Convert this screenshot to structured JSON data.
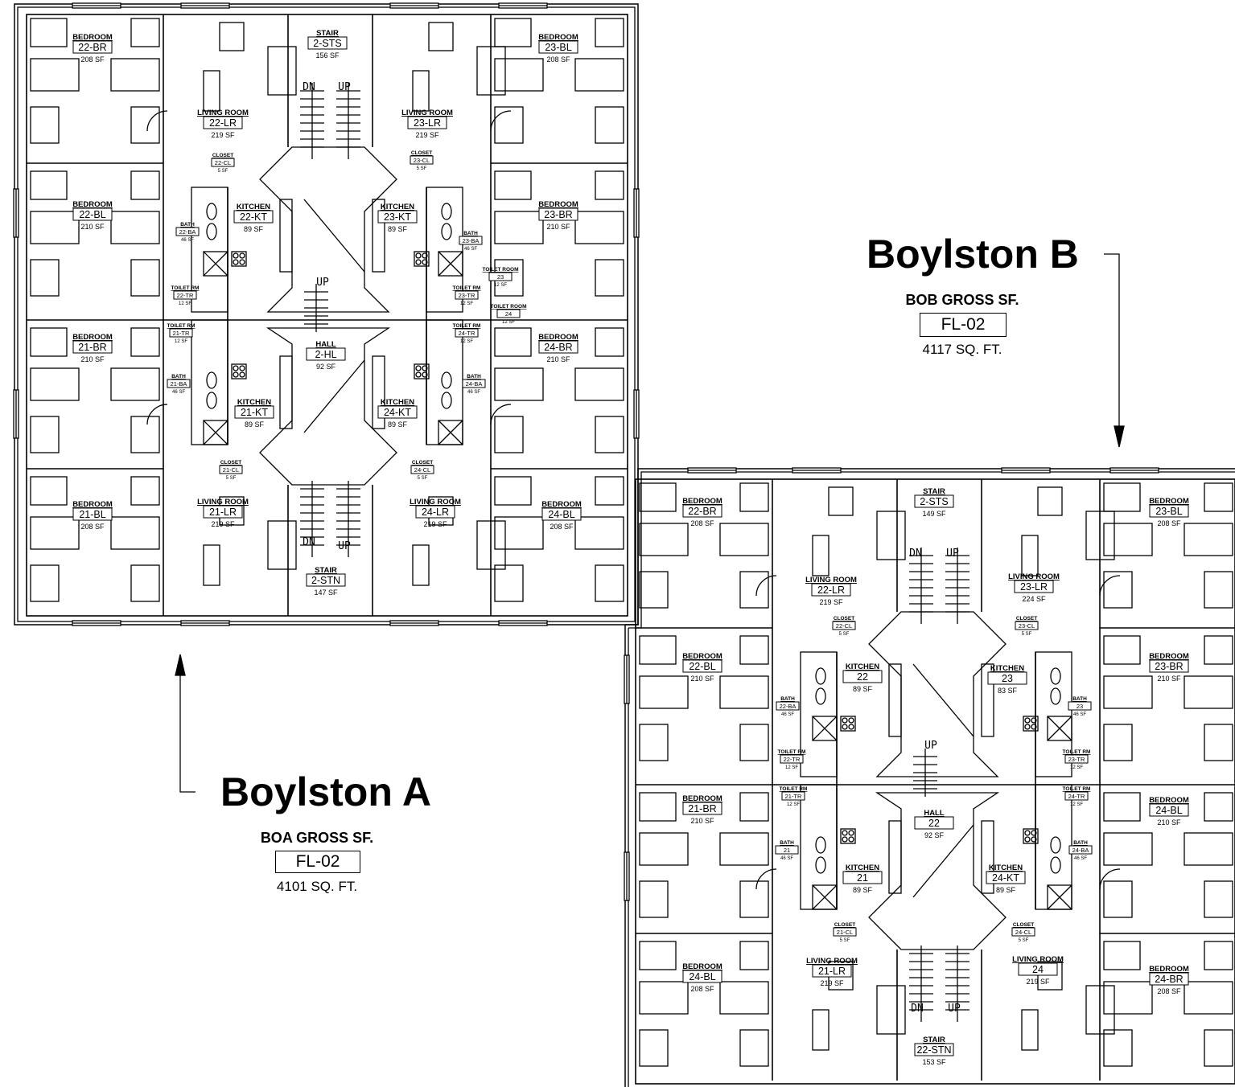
{
  "buildings": [
    {
      "name": "Boylston A",
      "gross_label": "BOA GROSS SF.",
      "floor_code": "FL-02",
      "area": "4101 SQ. FT.",
      "stair_labels": [
        {
          "text": "DN"
        },
        {
          "text": "UP"
        },
        {
          "text": "DN"
        },
        {
          "text": "UP"
        },
        {
          "text": "UP"
        }
      ],
      "rooms": [
        {
          "name": "BEDROOM",
          "code": "22-BR",
          "area": "208 SF"
        },
        {
          "name": "STAIR",
          "code": "2-STS",
          "area": "156 SF"
        },
        {
          "name": "BEDROOM",
          "code": "23-BL",
          "area": "208 SF"
        },
        {
          "name": "LIVING ROOM",
          "code": "22-LR",
          "area": "219 SF"
        },
        {
          "name": "LIVING ROOM",
          "code": "23-LR",
          "area": "219 SF"
        },
        {
          "name": "CLOSET",
          "code": "22-CL",
          "area": "5 SF"
        },
        {
          "name": "CLOSET",
          "code": "23-CL",
          "area": "5 SF"
        },
        {
          "name": "BEDROOM",
          "code": "22-BL",
          "area": "210 SF"
        },
        {
          "name": "KITCHEN",
          "code": "22-KT",
          "area": "89 SF"
        },
        {
          "name": "KITCHEN",
          "code": "23-KT",
          "area": "89 SF"
        },
        {
          "name": "BEDROOM",
          "code": "23-BR",
          "area": "210 SF"
        },
        {
          "name": "BATH",
          "code": "22-BA",
          "area": "46 SF"
        },
        {
          "name": "BATH",
          "code": "23-BA",
          "area": "46 SF"
        },
        {
          "name": "TOILET RM",
          "code": "22-TR",
          "area": "12 SF"
        },
        {
          "name": "TOILET RM",
          "code": "23-TR",
          "area": "12 SF"
        },
        {
          "name": "TOILET ROOM",
          "code": "23",
          "area": "12 SF"
        },
        {
          "name": "TOILET ROOM",
          "code": "24",
          "area": "12 SF"
        },
        {
          "name": "BEDROOM",
          "code": "21-BR",
          "area": "210 SF"
        },
        {
          "name": "TOILET RM",
          "code": "21-TR",
          "area": "12 SF"
        },
        {
          "name": "HALL",
          "code": "2-HL",
          "area": "92 SF"
        },
        {
          "name": "TOILET RM",
          "code": "24-TR",
          "area": "12 SF"
        },
        {
          "name": "BEDROOM",
          "code": "24-BR",
          "area": "210 SF"
        },
        {
          "name": "BATH",
          "code": "21-BA",
          "area": "46 SF"
        },
        {
          "name": "BATH",
          "code": "24-BA",
          "area": "46 SF"
        },
        {
          "name": "KITCHEN",
          "code": "21-KT",
          "area": "89 SF"
        },
        {
          "name": "KITCHEN",
          "code": "24-KT",
          "area": "89 SF"
        },
        {
          "name": "CLOSET",
          "code": "21-CL",
          "area": "5 SF"
        },
        {
          "name": "CLOSET",
          "code": "24-CL",
          "area": "5 SF"
        },
        {
          "name": "BEDROOM",
          "code": "21-BL",
          "area": "208 SF"
        },
        {
          "name": "LIVING ROOM",
          "code": "21-LR",
          "area": "219 SF"
        },
        {
          "name": "LIVING ROOM",
          "code": "24-LR",
          "area": "219 SF"
        },
        {
          "name": "BEDROOM",
          "code": "24-BL",
          "area": "208 SF"
        },
        {
          "name": "STAIR",
          "code": "2-STN",
          "area": "147 SF"
        }
      ]
    },
    {
      "name": "Boylston B",
      "gross_label": "BOB GROSS SF.",
      "floor_code": "FL-02",
      "area": "4117 SQ. FT.",
      "stair_labels": [
        {
          "text": "DN"
        },
        {
          "text": "UP"
        },
        {
          "text": "DN"
        },
        {
          "text": "UP"
        },
        {
          "text": "UP"
        }
      ],
      "rooms": [
        {
          "name": "BEDROOM",
          "code": "22-BR",
          "area": "208 SF"
        },
        {
          "name": "STAIR",
          "code": "2-STS",
          "area": "149 SF"
        },
        {
          "name": "BEDROOM",
          "code": "23-BL",
          "area": "208 SF"
        },
        {
          "name": "LIVING ROOM",
          "code": "22-LR",
          "area": "219 SF"
        },
        {
          "name": "LIVING ROOM",
          "code": "23-LR",
          "area": "224 SF"
        },
        {
          "name": "CLOSET",
          "code": "22-CL",
          "area": "5 SF"
        },
        {
          "name": "CLOSET",
          "code": "23-CL",
          "area": "5 SF"
        },
        {
          "name": "BEDROOM",
          "code": "22-BL",
          "area": "210 SF"
        },
        {
          "name": "KITCHEN",
          "code": "22",
          "area": "89 SF"
        },
        {
          "name": "KITCHEN",
          "code": "23",
          "area": "83 SF"
        },
        {
          "name": "BEDROOM",
          "code": "23-BR",
          "area": "210 SF"
        },
        {
          "name": "BATH",
          "code": "22-BA",
          "area": "46 SF"
        },
        {
          "name": "BATH",
          "code": "23",
          "area": "46 SF"
        },
        {
          "name": "TOILET RM",
          "code": "22-TR",
          "area": "12 SF"
        },
        {
          "name": "TOILET RM",
          "code": "23-TR",
          "area": "12 SF"
        },
        {
          "name": "BEDROOM",
          "code": "21-BR",
          "area": "210 SF"
        },
        {
          "name": "TOILET RM",
          "code": "21-TR",
          "area": "12 SF"
        },
        {
          "name": "HALL",
          "code": "22",
          "area": "92 SF"
        },
        {
          "name": "TOILET RM",
          "code": "24-TR",
          "area": "12 SF"
        },
        {
          "name": "BEDROOM",
          "code": "24-BL",
          "area": "210 SF"
        },
        {
          "name": "BATH",
          "code": "21",
          "area": "46 SF"
        },
        {
          "name": "BATH",
          "code": "24-BA",
          "area": "46 SF"
        },
        {
          "name": "KITCHEN",
          "code": "21",
          "area": "89 SF"
        },
        {
          "name": "KITCHEN",
          "code": "24-KT",
          "area": "89 SF"
        },
        {
          "name": "CLOSET",
          "code": "21-CL",
          "area": "5 SF"
        },
        {
          "name": "CLOSET",
          "code": "24-CL",
          "area": "5 SF"
        },
        {
          "name": "BEDROOM",
          "code": "24-BL",
          "area": "208 SF"
        },
        {
          "name": "LIVING ROOM",
          "code": "21-LR",
          "area": "219 SF"
        },
        {
          "name": "LIVING ROOM",
          "code": "24",
          "area": "219 SF"
        },
        {
          "name": "BEDROOM",
          "code": "24-BR",
          "area": "208 SF"
        },
        {
          "name": "STAIR",
          "code": "22-STN",
          "area": "153 SF"
        }
      ]
    }
  ]
}
